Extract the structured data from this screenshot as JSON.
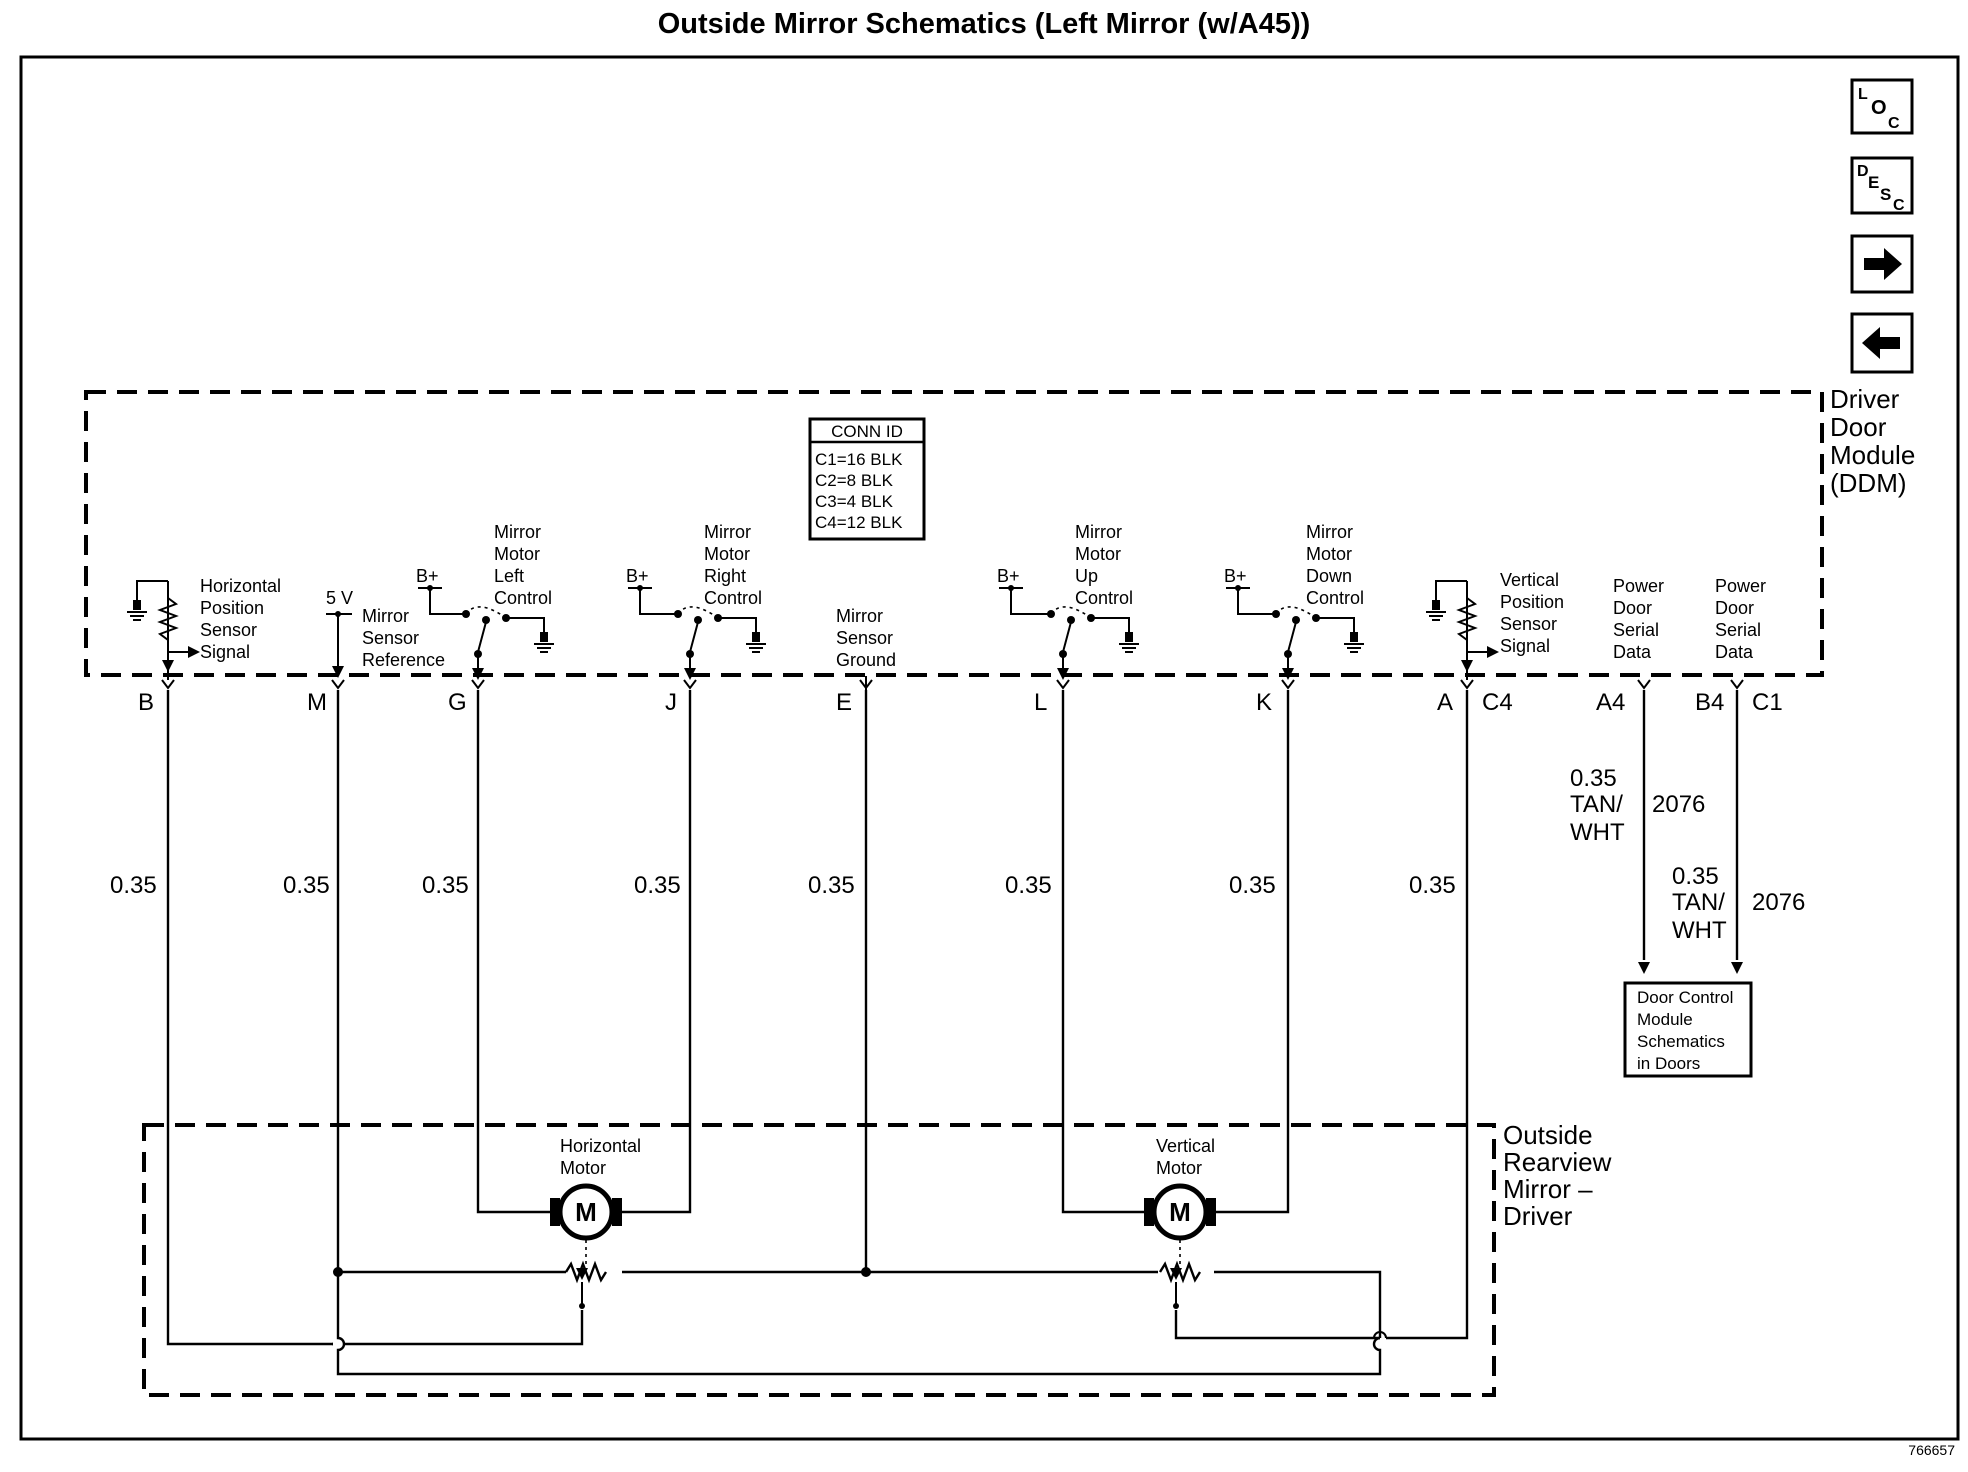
{
  "title": "Outside Mirror Schematics (Left Mirror (w/A45))",
  "figure_number": "766657",
  "nav": {
    "loc": [
      "L",
      "O",
      "C"
    ],
    "desc": [
      "D",
      "E",
      "S",
      "C"
    ]
  },
  "module": {
    "lines": [
      "Driver",
      "Door",
      "Module",
      "(DDM)"
    ]
  },
  "mirror": {
    "lines": [
      "Outside",
      "Rearview",
      "Mirror –",
      "Driver"
    ],
    "horizontal_motor": [
      "Horizontal",
      "Motor"
    ],
    "vertical_motor": [
      "Vertical",
      "Motor"
    ],
    "motor_symbol": "M"
  },
  "conn_id": {
    "header": "CONN ID",
    "rows": [
      "C1=16 BLK",
      "C2=8 BLK",
      "C3=4 BLK",
      "C4=12 BLK"
    ]
  },
  "labels": {
    "h_sensor": [
      "Horizontal",
      "Position",
      "Sensor",
      "Signal"
    ],
    "five_v": "5 V",
    "mirror_ref": [
      "Mirror",
      "Sensor",
      "Reference"
    ],
    "b_plus": "B+",
    "left_ctrl": [
      "Mirror",
      "Motor",
      "Left",
      "Control"
    ],
    "right_ctrl": [
      "Mirror",
      "Motor",
      "Right",
      "Control"
    ],
    "sensor_gnd": [
      "Mirror",
      "Sensor",
      "Ground"
    ],
    "up_ctrl": [
      "Mirror",
      "Motor",
      "Up",
      "Control"
    ],
    "down_ctrl": [
      "Mirror",
      "Motor",
      "Down",
      "Control"
    ],
    "v_sensor": [
      "Vertical",
      "Position",
      "Sensor",
      "Signal"
    ],
    "serial_a": [
      "Power",
      "Door",
      "Serial",
      "Data"
    ],
    "serial_b": [
      "Power",
      "Door",
      "Serial",
      "Data"
    ]
  },
  "pins": [
    "B",
    "M",
    "G",
    "J",
    "E",
    "L",
    "K",
    "A",
    "C4",
    "A4",
    "B4",
    "C1"
  ],
  "gauge": "0.35",
  "serial_wire": {
    "gauge": "0.35",
    "color": [
      "TAN/",
      "WHT"
    ],
    "circuit": "2076"
  },
  "door_box": [
    "Door Control",
    "Module",
    "Schematics",
    "in Doors"
  ]
}
